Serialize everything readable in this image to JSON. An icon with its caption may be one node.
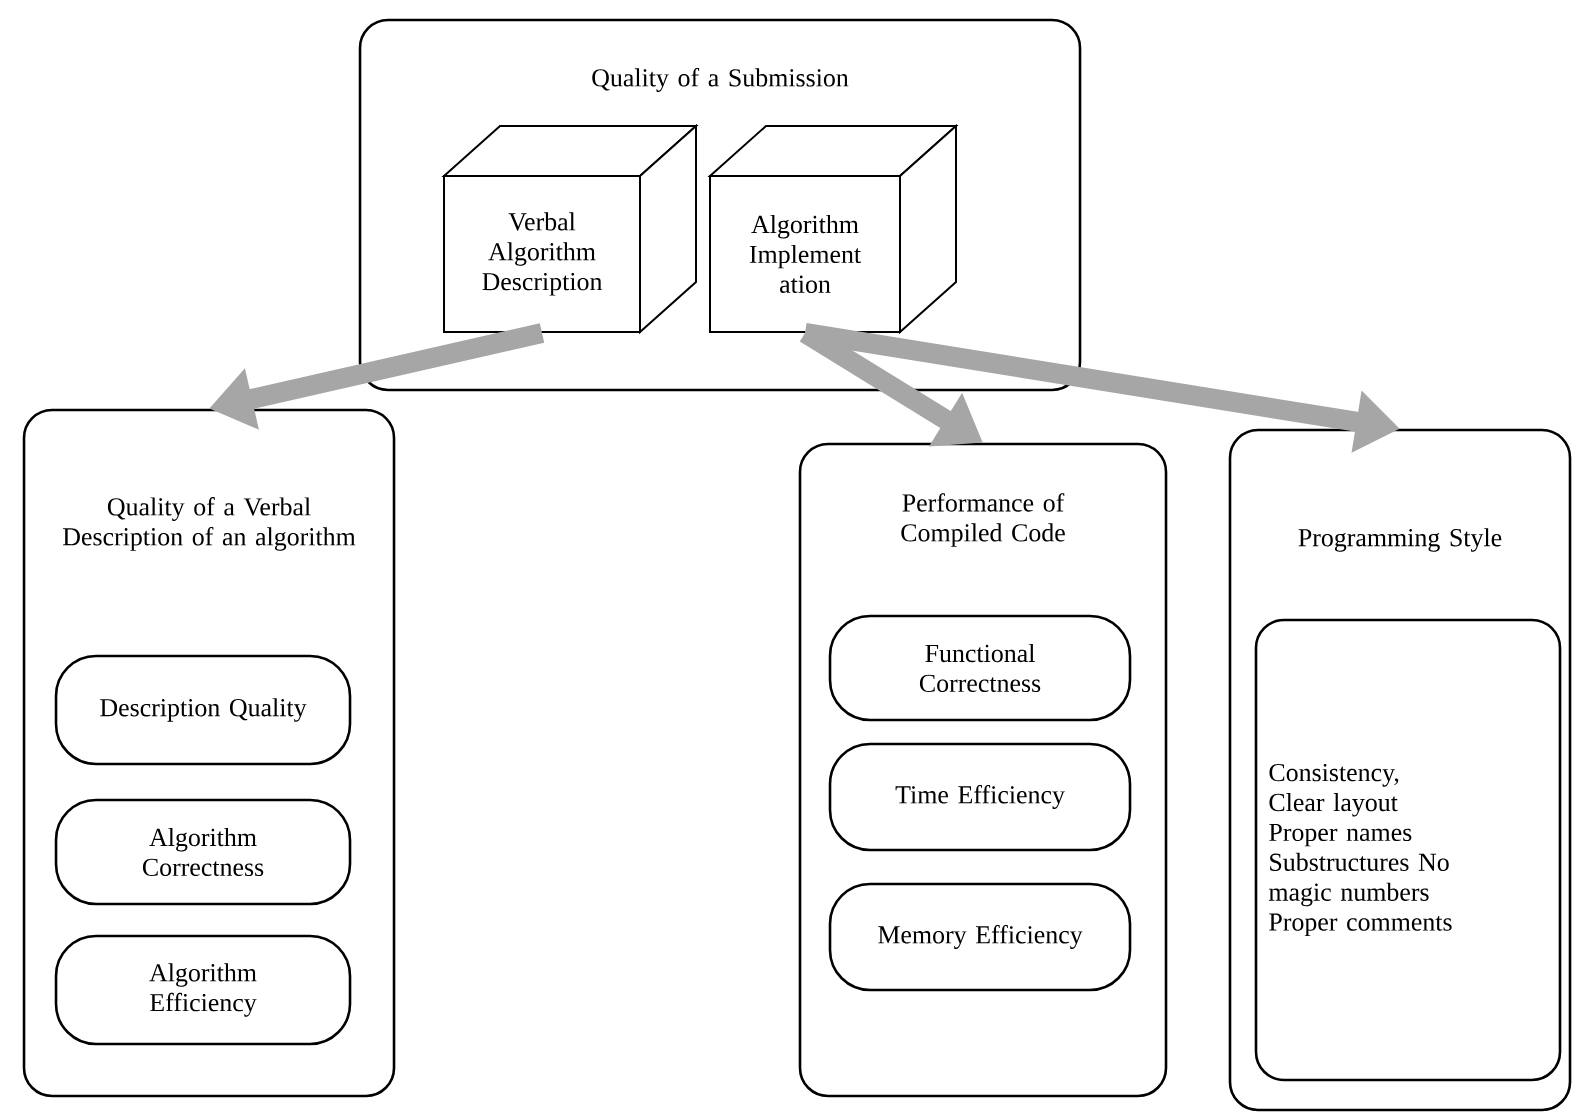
{
  "diagram": {
    "nodes": [
      {
        "text": [
          "Quality of a Submission"
        ]
      },
      {
        "text": [
          "Verbal Algorithm Description"
        ],
        "in": 0
      },
      {
        "text": [
          "Algorithm Implement ation"
        ],
        "in": 0
      },
      {
        "text": [
          "Quality of a Verbal Description of an algorithm"
        ]
      },
      {
        "text": [
          "Description Quality"
        ],
        "in": 3
      },
      {
        "text": [
          "Algorithm Correctness"
        ],
        "in": 3
      },
      {
        "text": [
          "Algorithm Efficiency"
        ],
        "in": 3
      },
      {
        "text": [
          "Performance of Compiled Code"
        ]
      },
      {
        "text": [
          "Functional Correctness"
        ],
        "in": 7
      },
      {
        "text": [
          "Time Efficiency"
        ],
        "in": 7
      },
      {
        "text": [
          "Memory Efficiency"
        ],
        "in": 7
      },
      {
        "text": [
          "Programming Style"
        ]
      },
      {
        "text": [
          "Consistency, Clear layout Proper names Substructures No magic numbers Proper comments"
        ],
        "in": 11
      }
    ],
    "edges": [
      {
        "from": 1,
        "to": 3,
        "arrow": "to"
      },
      {
        "from": 2,
        "to": 7,
        "arrow": "to"
      },
      {
        "from": 2,
        "to": 11,
        "arrow": "to"
      }
    ]
  }
}
